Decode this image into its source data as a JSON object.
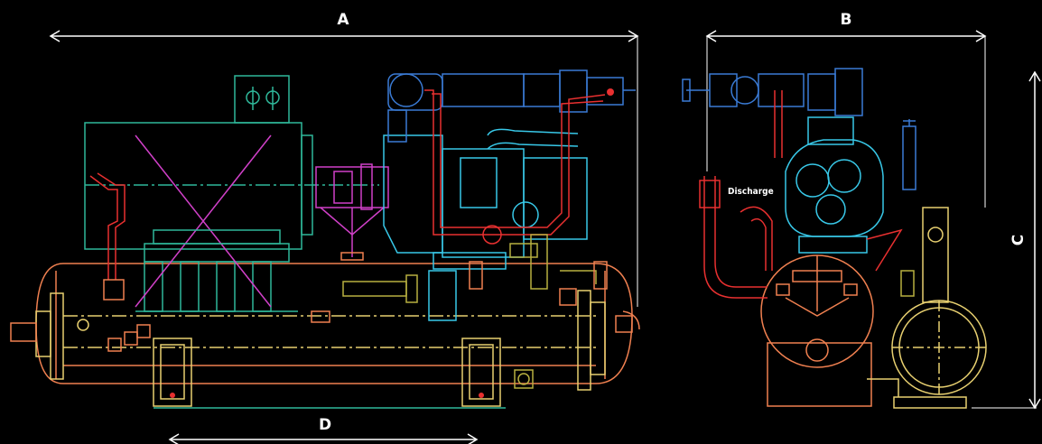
{
  "dimensions": {
    "a_label": "A",
    "b_label": "B",
    "c_label": "C",
    "d_label": "D"
  },
  "annotations": {
    "discharge_label": "Discharge"
  },
  "colors": {
    "background": "#000000",
    "dimension_lines": "#ffffff",
    "motor": "#2fb89a",
    "vessel": "#f08050",
    "yellow_parts": "#e8d070",
    "piping_red": "#e83030",
    "compressor_blue": "#3a7bd5",
    "compressor_cyan": "#38c8e8",
    "coupling_magenta": "#d040c8",
    "valve_olive": "#b8b040"
  }
}
